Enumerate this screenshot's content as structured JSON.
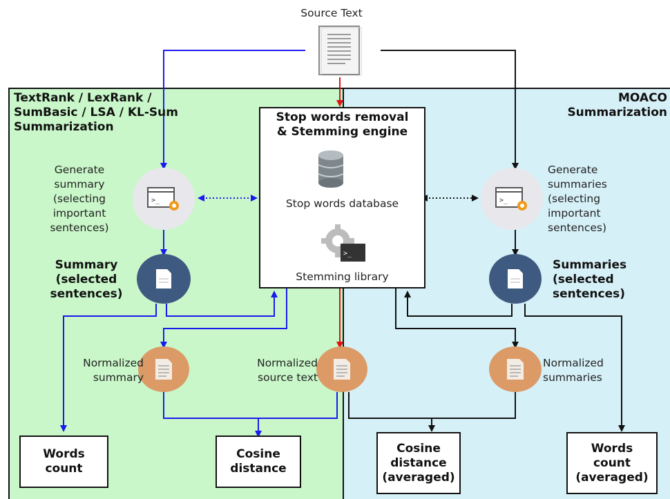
{
  "source": {
    "label": "Source Text"
  },
  "left_panel": {
    "title": [
      "TextRank / LexRank /",
      "SumBasic / LSA / KL-Sum",
      "Summarization"
    ]
  },
  "right_panel": {
    "title": [
      "MOACO",
      "Summarization"
    ]
  },
  "engine": {
    "title": [
      "Stop words removal",
      "& Stemming engine"
    ],
    "db_label": "Stop words database",
    "stem_label": "Stemming library"
  },
  "left": {
    "generate": [
      "Generate",
      "summary",
      "(selecting",
      "important",
      "sentences)"
    ],
    "summary": [
      "Summary",
      "(selected",
      "sentences)"
    ],
    "normalized": [
      "Normalized",
      "summary"
    ],
    "words_count": [
      "Words",
      "count"
    ],
    "cosine": [
      "Cosine",
      "distance"
    ]
  },
  "center": {
    "normalized": [
      "Normalized",
      "source text"
    ]
  },
  "right": {
    "generate": [
      "Generate",
      "summaries",
      "(selecting",
      "important",
      "sentences)"
    ],
    "summaries": [
      "Summaries",
      "(selected",
      "sentences)"
    ],
    "normalized": [
      "Normalized",
      "summaries"
    ],
    "cosine": [
      "Cosine",
      "distance",
      "(averaged)"
    ],
    "words_count": [
      "Words",
      "count",
      "(averaged)"
    ]
  },
  "colors": {
    "left_bg": "#c9f7c9",
    "right_bg": "#d6f0f8",
    "blue_arrow": "#1a1aee",
    "red_arrow": "#e01010",
    "black_arrow": "#111111",
    "navy": "#3f5a80",
    "tan": "#dc9a66"
  }
}
